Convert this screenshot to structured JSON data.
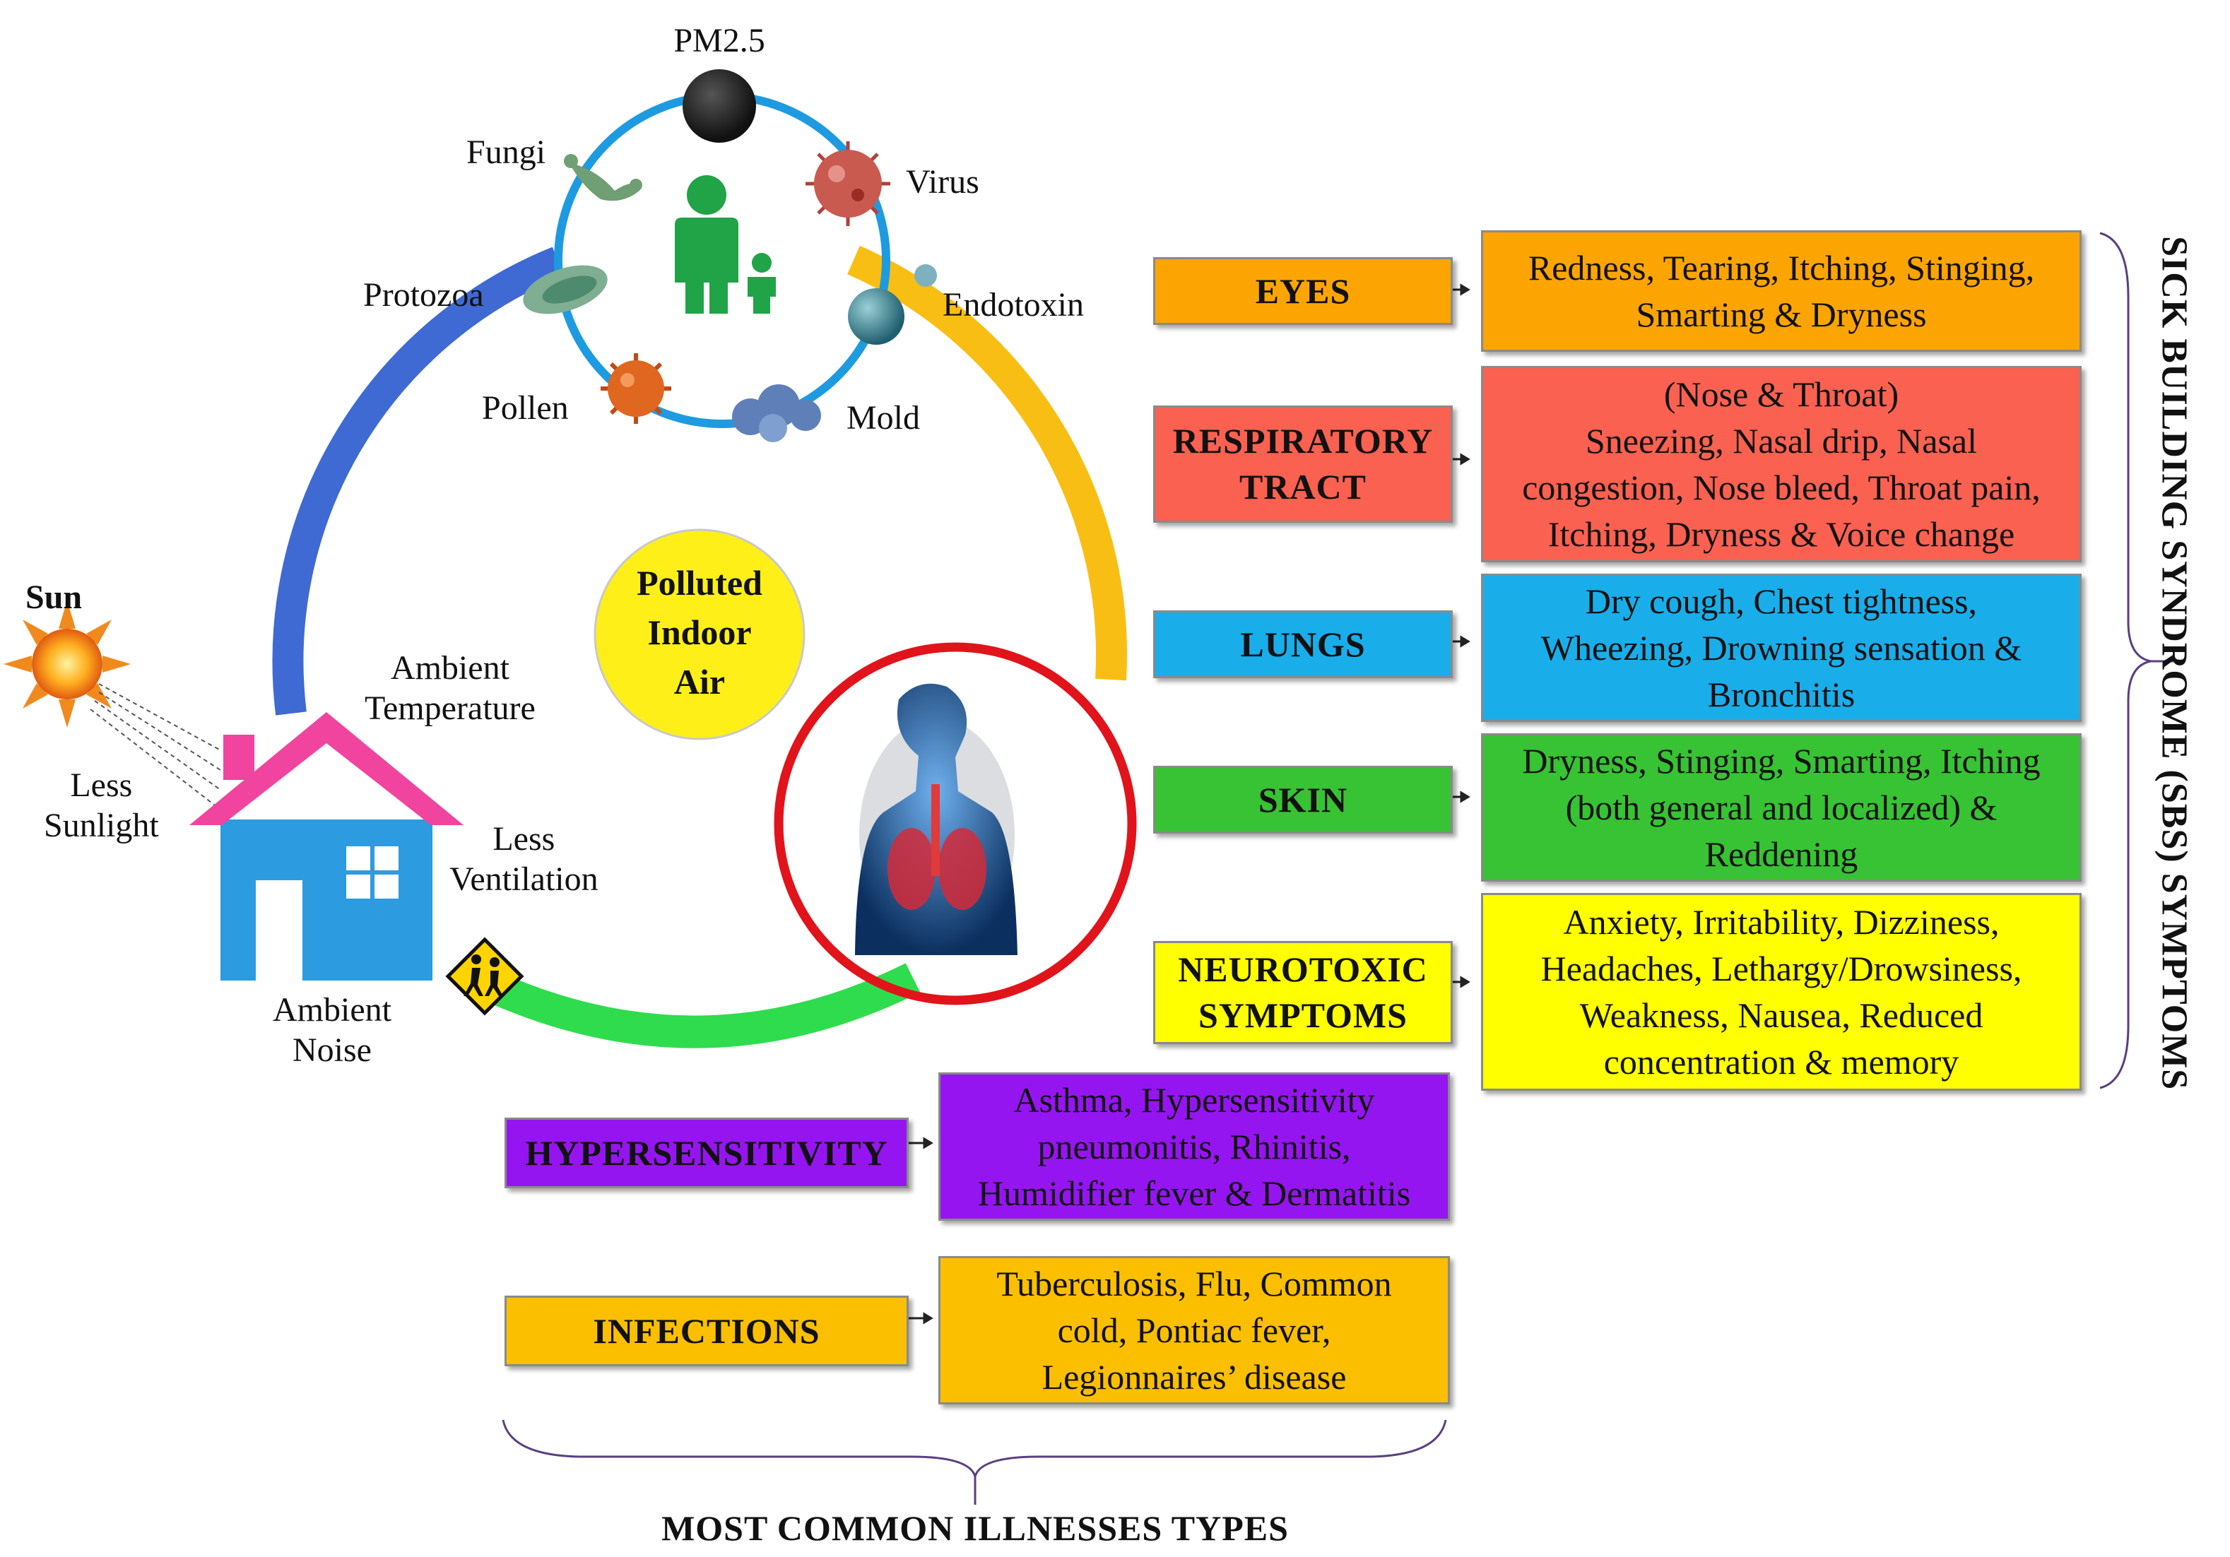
{
  "colors": {
    "arc_blue": "#3f6ad3",
    "arc_orange": "#f9be13",
    "arc_green": "#2fdc4d",
    "small_circle": "#1e9be0",
    "red_ring": "#e0141a",
    "house_wall": "#2c9be0",
    "house_roof": "#f0449f",
    "polluted_air": "#ffef18",
    "eyes": "#fca502",
    "respiratory": "#fa6150",
    "lungs": "#19aeea",
    "skin": "#37c333",
    "neurotoxic": "#ffff00",
    "hypersensitivity": "#9515f0",
    "infections": "#fbbf00"
  },
  "pollutants": {
    "pm25": "PM2.5",
    "fungi": "Fungi",
    "virus": "Virus",
    "protozoa": "Protozoa",
    "endotoxin": "Endotoxin",
    "pollen": "Pollen",
    "mold": "Mold"
  },
  "environment": {
    "sun": "Sun",
    "less_sunlight": "Less\nSunlight",
    "ambient_temperature": "Ambient\nTemperature",
    "less_ventilation": "Less\nVentilation",
    "ambient_noise": "Ambient\nNoise",
    "polluted_indoor_air": "Polluted\nIndoor\nAir"
  },
  "sbs": {
    "title": "SICK BUILDING SYNDROME (SBS) SYMPTOMS",
    "items": [
      {
        "category": "EYES",
        "symptoms": "Redness, Tearing, Itching, Stinging,\nSmarting & Dryness"
      },
      {
        "category": "RESPIRATORY\nTRACT",
        "symptoms": "(Nose & Throat)\nSneezing, Nasal drip, Nasal\ncongestion, Nose bleed, Throat pain,\nItching, Dryness & Voice change"
      },
      {
        "category": "LUNGS",
        "symptoms": "Dry cough, Chest tightness,\nWheezing, Drowning sensation &\nBronchitis"
      },
      {
        "category": "SKIN",
        "symptoms": "Dryness, Stinging, Smarting, Itching\n(both general and localized) &\nReddening"
      },
      {
        "category": "NEUROTOXIC\nSYMPTOMS",
        "symptoms": "Anxiety, Irritability, Dizziness,\nHeadaches, Lethargy/Drowsiness,\nWeakness, Nausea, Reduced\nconcentration & memory"
      }
    ]
  },
  "illnesses": {
    "title": "MOST COMMON ILLNESSES TYPES",
    "items": [
      {
        "category": "HYPERSENSITIVITY",
        "symptoms": "Asthma, Hypersensitivity\npneumonitis,  Rhinitis,\nHumidifier fever & Dermatitis"
      },
      {
        "category": "INFECTIONS",
        "symptoms": "Tuberculosis, Flu, Common\ncold, Pontiac fever,\nLegionnaires’ disease"
      }
    ]
  }
}
